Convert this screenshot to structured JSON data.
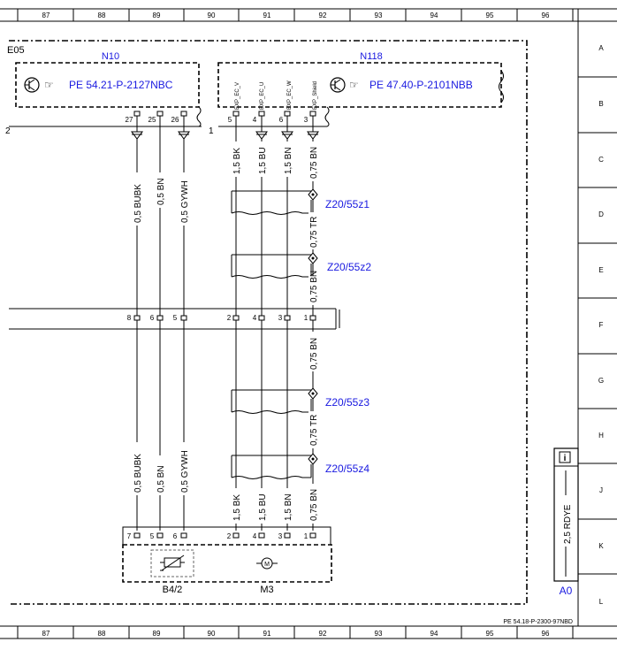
{
  "frame": {
    "col_numbers": [
      "87",
      "88",
      "89",
      "90",
      "91",
      "92",
      "93",
      "94",
      "95",
      "96"
    ],
    "row_letters": [
      "A",
      "B",
      "C",
      "D",
      "E",
      "F",
      "G",
      "H",
      "J",
      "K",
      "L"
    ],
    "doc_number": "PE 54.18-P-2300-97NBD"
  },
  "components": {
    "e05": "E05",
    "n10": {
      "id": "N10",
      "ref": "PE 54.21-P-2127NBC",
      "side_left": "2",
      "side_right": "1",
      "pins": [
        "27",
        "25",
        "26"
      ]
    },
    "n118": {
      "id": "N118",
      "ref": "PE 47.40-P-2101NBB",
      "pins": [
        "5",
        "4",
        "6",
        "3"
      ],
      "signals": [
        "EXP_EC_V",
        "EXP_EC_U",
        "EXP_EC_W",
        "EXP_Shield"
      ]
    },
    "connector_f": {
      "pins": [
        "8",
        "6",
        "5",
        "2",
        "4",
        "3",
        "1"
      ]
    },
    "bottom": {
      "pins": [
        "7",
        "5",
        "6",
        "2",
        "4",
        "3",
        "1"
      ],
      "b42": "B4/2",
      "m3": "M3",
      "motor_symbol": "M"
    },
    "a0": {
      "id": "A0",
      "wire": "2,5 RDYE",
      "info_symbol": "i"
    },
    "shields": [
      "Z20/55z1",
      "Z20/55z2",
      "Z20/55z3",
      "Z20/55z4"
    ]
  },
  "wires": {
    "left_upper": [
      "0,5 BUBK",
      "0,5 BN",
      "0,5 GYWH"
    ],
    "left_lower": [
      "0,5 BUBK",
      "0,5 BN",
      "0,5 GYWH"
    ],
    "right_top": [
      "1,5 BK",
      "1,5 BU",
      "1,5 BN",
      "0,75 BN"
    ],
    "right_bottom": [
      "1,5 BK",
      "1,5 BU",
      "1,5 BN",
      "0,75 BN"
    ],
    "shield_segments": [
      "0,75 TR",
      "0,75 BN",
      "0,75 BN",
      "0,75 TR"
    ]
  }
}
